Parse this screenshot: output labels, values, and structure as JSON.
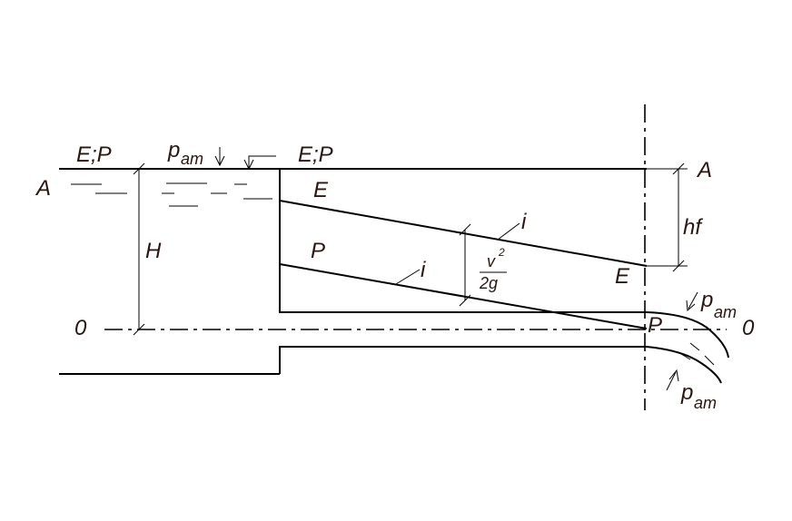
{
  "labels": {
    "A_left": "A",
    "A_right": "A",
    "EP_reservoir": "E;P",
    "EP_pipe": "E;P",
    "p_atm_top": "p",
    "p_atm_top_sub": "am",
    "E_start": "E",
    "E_end": "E",
    "P_start": "P",
    "P_end": "P",
    "i_energy": "i",
    "i_piezo": "i",
    "H": "H",
    "hf": "hf",
    "zero_left": "0",
    "zero_right": "0",
    "v": "v",
    "v_exp": "2",
    "two_g": "2g",
    "p_atm_right": "p",
    "p_atm_right_sub": "am",
    "p_atm_bottom": "p",
    "p_atm_bottom_sub": "am"
  }
}
